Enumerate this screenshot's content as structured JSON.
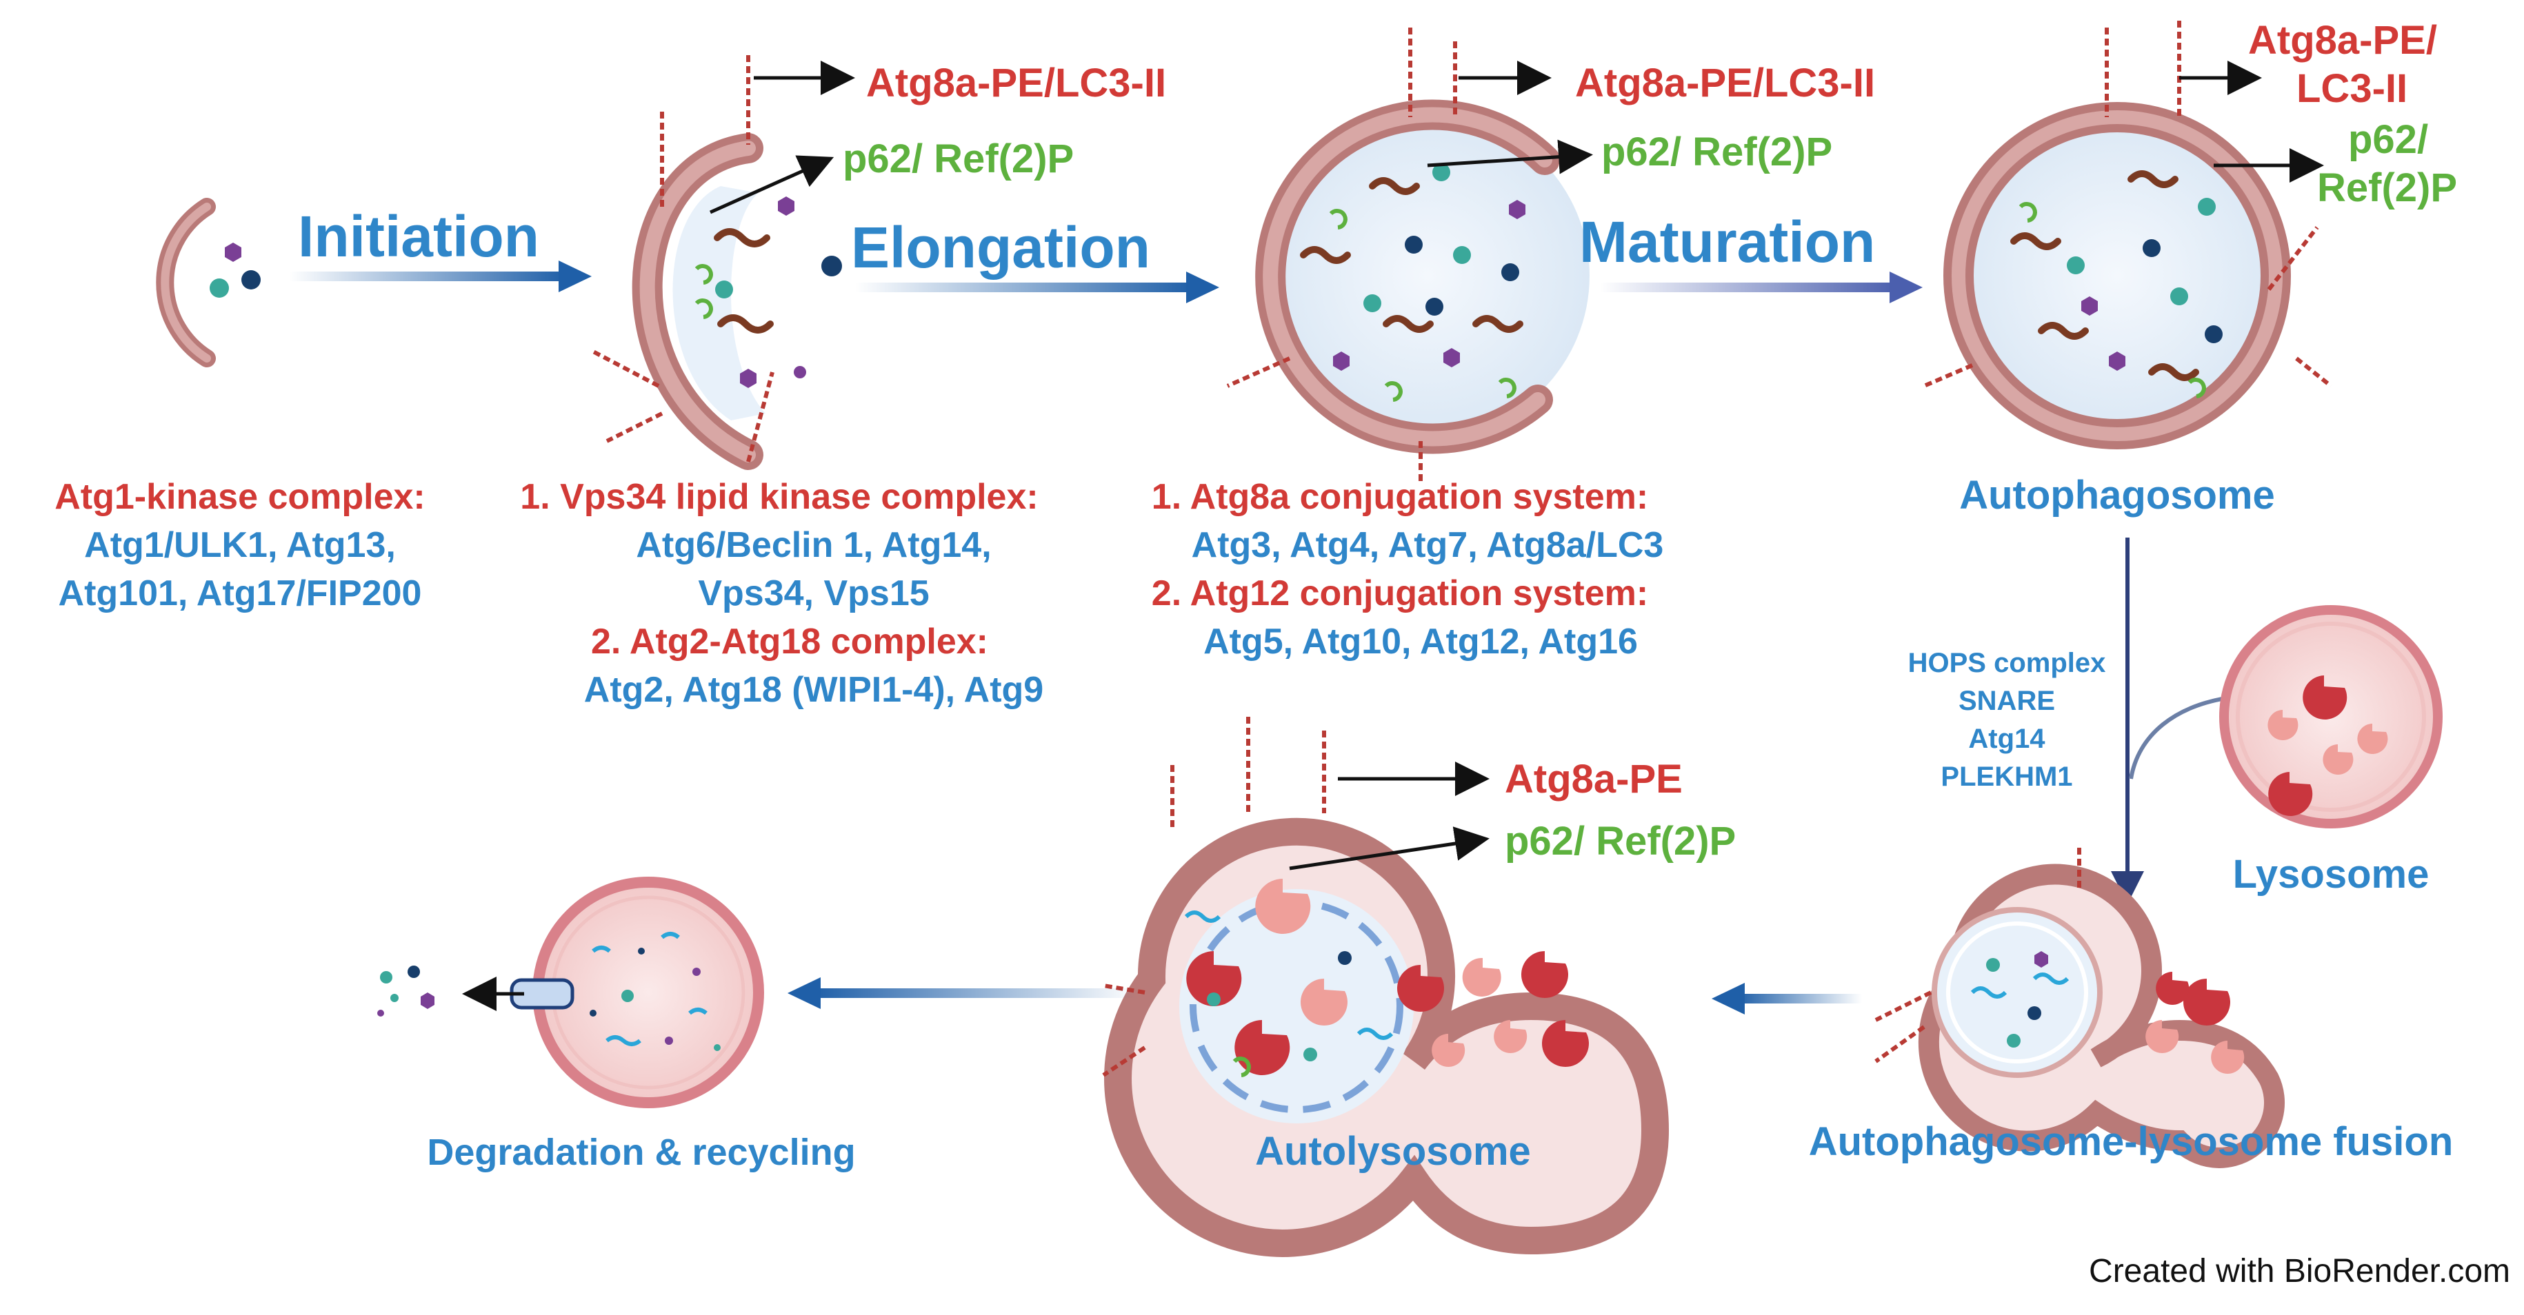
{
  "colors": {
    "red_label": "#d23a36",
    "blue_label": "#2f86c9",
    "green_label": "#5db13e",
    "arrow_blue": "#1f5fa8",
    "membrane": "#b97a78",
    "membrane_light": "#d8a7a5",
    "lumen": "#e8f1fa",
    "lysosome_fill": "#f6d9d9"
  },
  "stages": {
    "initiation": "Initiation",
    "elongation": "Elongation",
    "maturation": "Maturation"
  },
  "markers": {
    "lc3_1": "Atg8a-PE/LC3-II",
    "p62_1": "p62/ Ref(2)P",
    "lc3_2": "Atg8a-PE/LC3-II",
    "p62_2": "p62/ Ref(2)P",
    "lc3_3_line1": "Atg8a-PE/",
    "lc3_3_line2": "LC3-II",
    "p62_3_line1": "p62/",
    "p62_3_line2": "Ref(2)P",
    "atg8a_pe": "Atg8a-PE",
    "p62_4": "p62/ Ref(2)P"
  },
  "complexes": {
    "atg1": {
      "title": "Atg1-kinase complex:",
      "line1": "Atg1/ULK1, Atg13,",
      "line2": "Atg101, Atg17/FIP200"
    },
    "vps34": {
      "title": "1.  Vps34 lipid kinase complex:",
      "line1": "Atg6/Beclin 1, Atg14,",
      "line2": "Vps34, Vps15",
      "title2": "2.  Atg2-Atg18 complex:",
      "line3": "Atg2, Atg18 (WIPI1-4), Atg9"
    },
    "conjugation": {
      "title": "1.  Atg8a conjugation system:",
      "line1": "Atg3, Atg4,  Atg7, Atg8a/LC3",
      "title2": "2.  Atg12 conjugation system:",
      "line2": "Atg5, Atg10, Atg12, Atg16"
    }
  },
  "fusion_factors": [
    "HOPS complex",
    "SNARE",
    "Atg14",
    "PLEKHM1"
  ],
  "labels": {
    "autophagosome": "Autophagosome",
    "lysosome": "Lysosome",
    "fusion": "Autophagosome-lysosome fusion",
    "autolysosome": "Autolysosome",
    "degradation": "Degradation & recycling"
  },
  "credit": "Created with BioRender.com"
}
